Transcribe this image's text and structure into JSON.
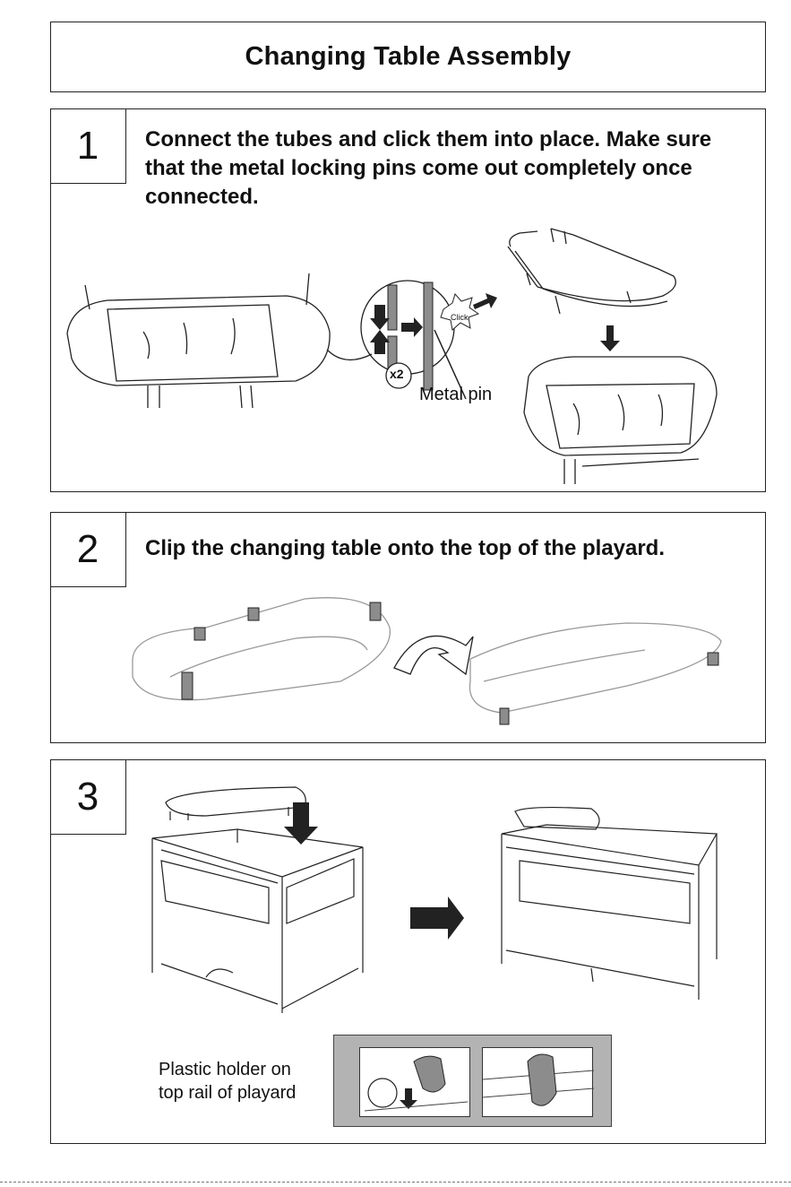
{
  "title": "Changing Table Assembly",
  "steps": [
    {
      "number": "1",
      "text": "Connect the tubes and click them into place. Make sure that the metal locking pins come out completely once connected."
    },
    {
      "number": "2",
      "text": "Clip the changing table onto the top of the playard."
    },
    {
      "number": "3",
      "text": ""
    }
  ],
  "labels": {
    "click": "Click",
    "multiplier": "x2",
    "metal_pin": "Metal pin",
    "plastic_holder_line1": "Plastic holder on",
    "plastic_holder_line2": "top rail of playard"
  },
  "colors": {
    "ink": "#111111",
    "gray_part": "#8c8c8c",
    "inset_bg": "#b3b3b3"
  }
}
